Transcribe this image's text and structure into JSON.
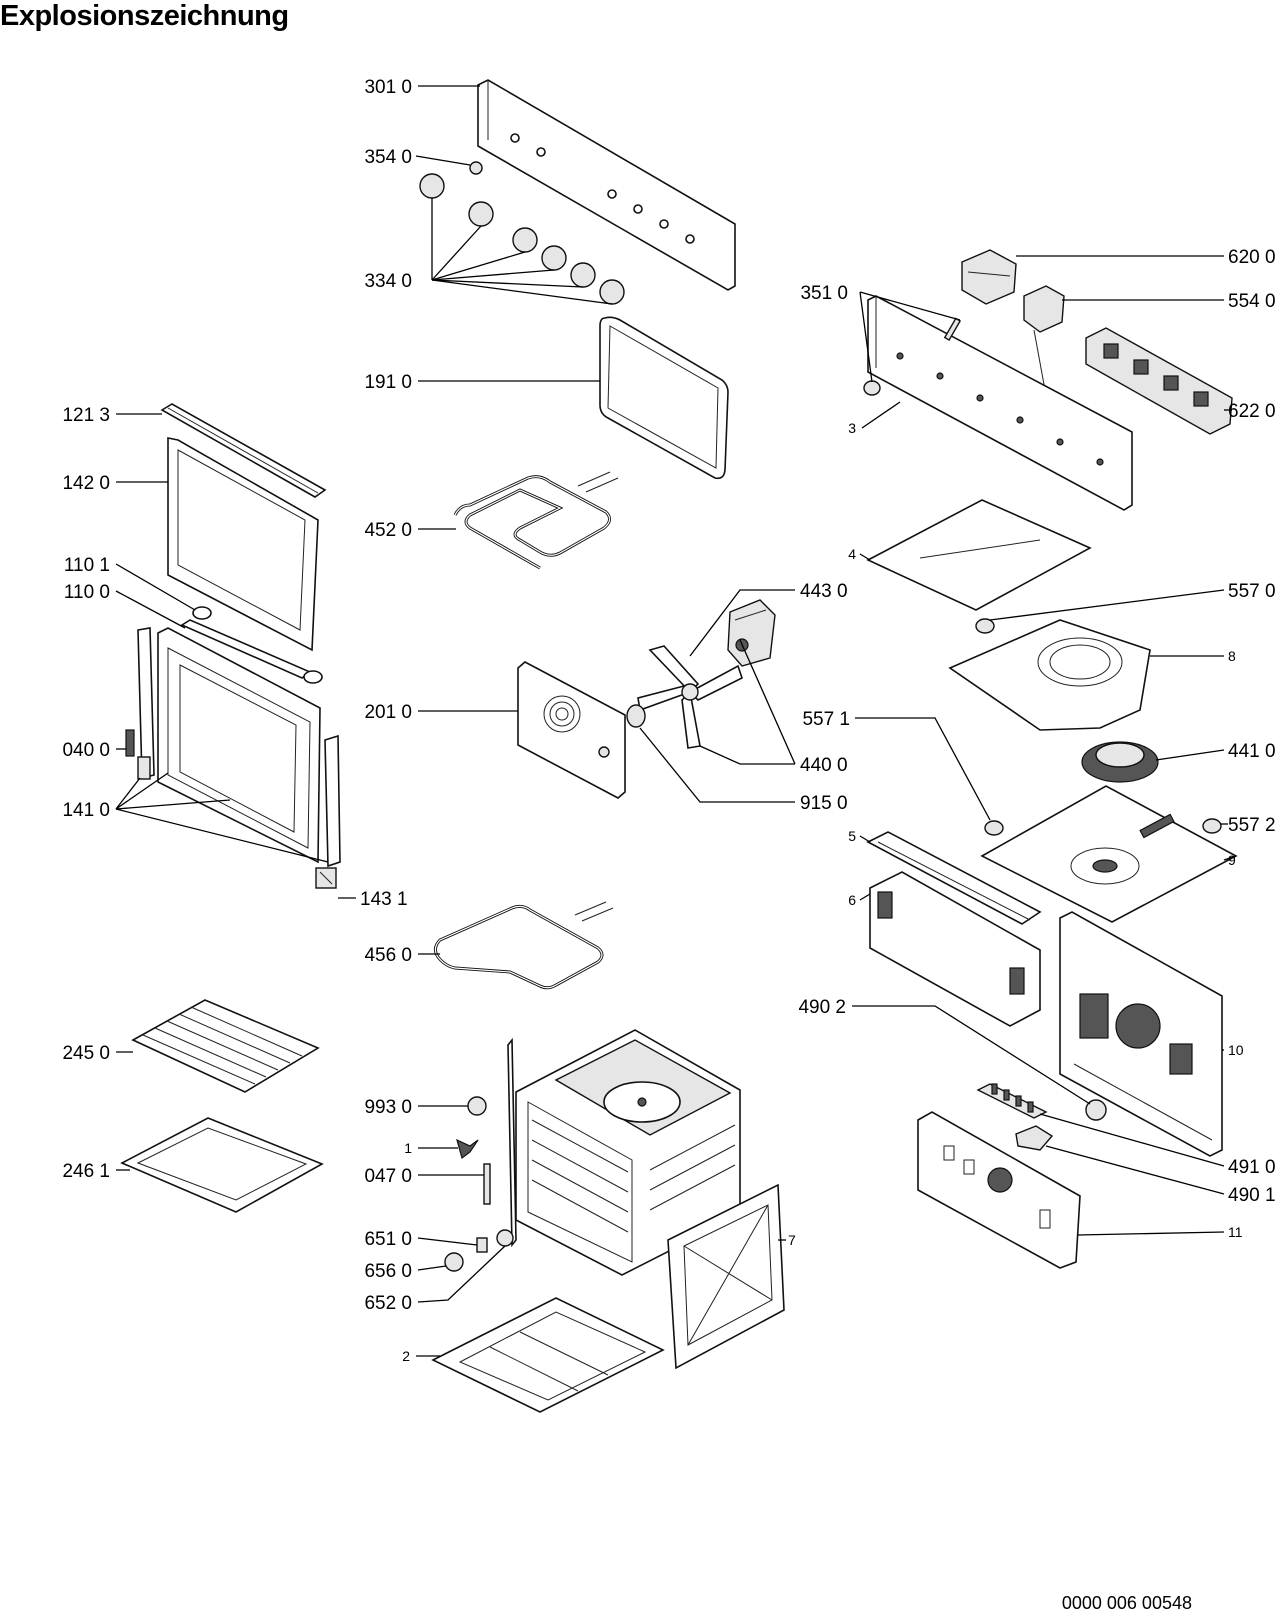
{
  "title": "Explosionszeichnung",
  "document_number": "0000 006 00548",
  "labels": {
    "p3010": "301 0",
    "p3540": "354 0",
    "p3340": "334 0",
    "p1910": "191 0",
    "p1213": "121 3",
    "p1420": "142 0",
    "p4520": "452 0",
    "p1101": "110 1",
    "p1100": "110 0",
    "p2010": "201 0",
    "p0400": "040 0",
    "p1410": "141 0",
    "p1431": "143 1",
    "p4560": "456 0",
    "p2450": "245 0",
    "p9930": "993 0",
    "p1": "1",
    "p0470": "047 0",
    "p2461": "246 1",
    "p6510": "651 0",
    "p6560": "656 0",
    "p6520": "652 0",
    "p2": "2",
    "p7": "7",
    "p6200": "620 0",
    "p3510": "351 0",
    "p5540": "554 0",
    "p6220": "622 0",
    "p3": "3",
    "p4": "4",
    "p4430": "443 0",
    "p5570": "557 0",
    "p8": "8",
    "p5571": "557 1",
    "p4410": "441 0",
    "p4400": "440 0",
    "p9150": "915 0",
    "p5572": "557 2",
    "p5": "5",
    "p9": "9",
    "p6": "6",
    "p4902": "490 2",
    "p10": "10",
    "p4910": "491 0",
    "p4901": "490 1",
    "p11": "11"
  }
}
